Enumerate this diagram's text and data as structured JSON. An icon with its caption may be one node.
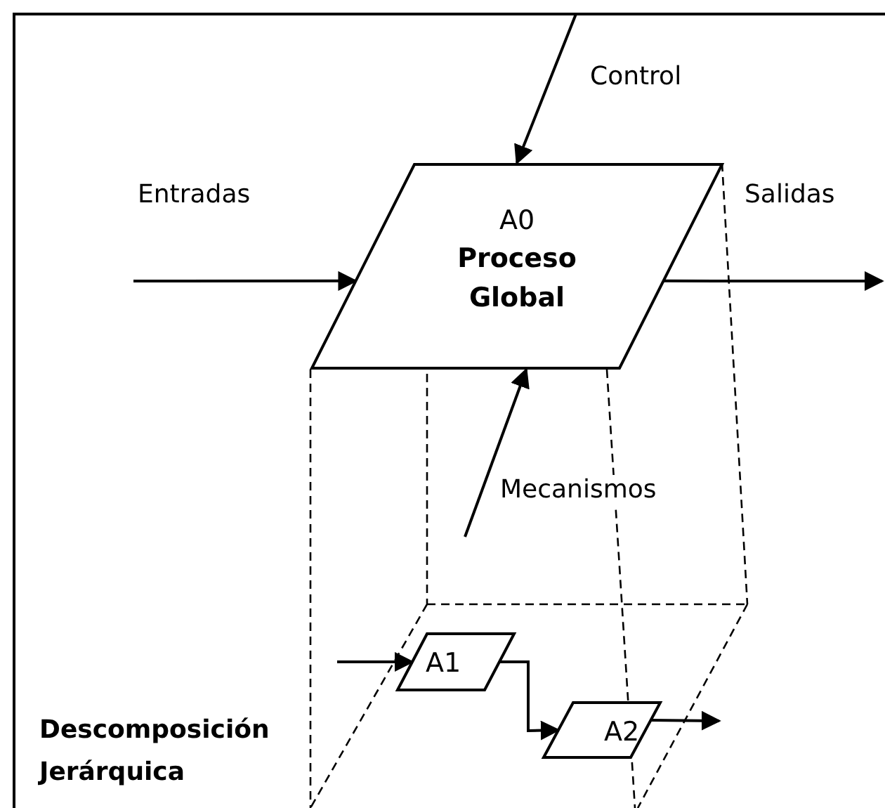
{
  "diagram": {
    "nodes": [
      {
        "text": [
          "A0",
          "Proceso Global"
        ]
      },
      {
        "text": [
          "A1"
        ]
      },
      {
        "text": [
          "A2"
        ]
      }
    ],
    "edges": [
      {
        "from": null,
        "to": 0,
        "arrow": "to",
        "label": "Entradas"
      },
      {
        "from": null,
        "to": 0,
        "arrow": "to",
        "label": "Control"
      },
      {
        "from": 0,
        "to": null,
        "arrow": "to",
        "label": "Salidas"
      },
      {
        "from": null,
        "to": 0,
        "arrow": "to",
        "label": "Mecanismos"
      },
      {
        "from": null,
        "to": 1,
        "arrow": "to"
      },
      {
        "from": 1,
        "to": 2,
        "arrow": "to"
      },
      {
        "from": 2,
        "to": null,
        "arrow": "to"
      }
    ],
    "labels": [
      "Descomposición Jerárquica"
    ]
  }
}
